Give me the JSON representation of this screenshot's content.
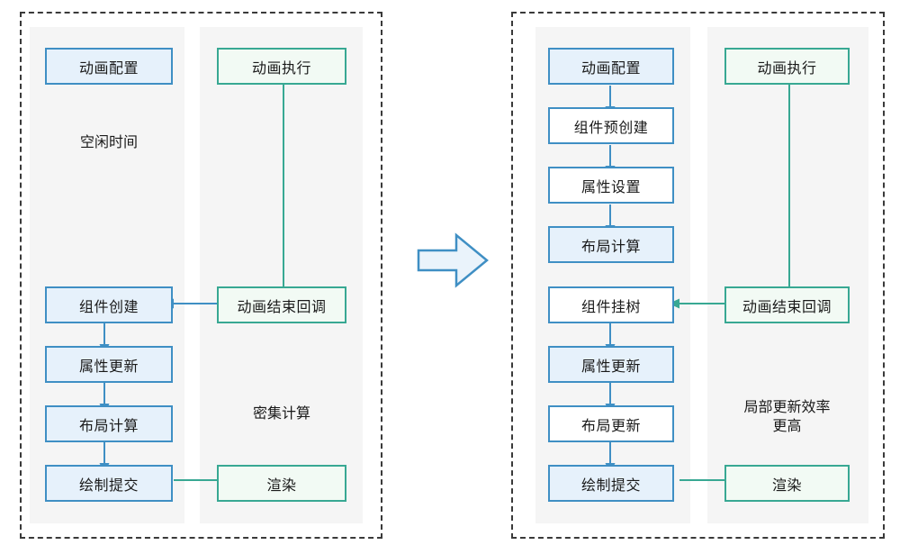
{
  "diagram": {
    "title": "animation rendering pipeline comparison",
    "colors": {
      "blue_border": "#3f8fc4",
      "blue_fill": "#e6f1fb",
      "green_border": "#38a893",
      "green_fill": "#f2faf4",
      "column_bg": "#f5f5f5",
      "panel_border": "#3a3a3a",
      "text": "#1a1a1a"
    },
    "transition_arrow": {
      "icon": "right-block-arrow-icon",
      "fill": "#eaf3fb",
      "stroke": "#3f8fc4"
    },
    "panels": [
      {
        "id": "before",
        "columns": [
          {
            "id": "left-ui-column",
            "nodes": [
              {
                "id": "anim-config",
                "label": "动画配置",
                "style": "blue"
              },
              {
                "id": "component-create",
                "label": "组件创建",
                "style": "blue"
              },
              {
                "id": "attr-update",
                "label": "属性更新",
                "style": "blue"
              },
              {
                "id": "layout-calc",
                "label": "布局计算",
                "style": "blue"
              },
              {
                "id": "draw-submit",
                "label": "绘制提交",
                "style": "blue"
              }
            ],
            "annotations": [
              {
                "id": "idle-time",
                "label": "空闲时间"
              }
            ]
          },
          {
            "id": "left-anim-column",
            "nodes": [
              {
                "id": "anim-exec",
                "label": "动画执行",
                "style": "green"
              },
              {
                "id": "anim-end-callback",
                "label": "动画结束回调",
                "style": "green"
              },
              {
                "id": "render",
                "label": "渲染",
                "style": "green"
              }
            ],
            "annotations": [
              {
                "id": "intensive-compute",
                "label": "密集计算"
              }
            ]
          }
        ]
      },
      {
        "id": "after",
        "columns": [
          {
            "id": "right-ui-column",
            "nodes": [
              {
                "id": "anim-config",
                "label": "动画配置",
                "style": "blue"
              },
              {
                "id": "component-precreate",
                "label": "组件预创建",
                "style": "blue-plain"
              },
              {
                "id": "attr-set",
                "label": "属性设置",
                "style": "blue-plain"
              },
              {
                "id": "layout-calc",
                "label": "布局计算",
                "style": "blue"
              },
              {
                "id": "component-mount",
                "label": "组件挂树",
                "style": "blue-plain"
              },
              {
                "id": "attr-update",
                "label": "属性更新",
                "style": "blue"
              },
              {
                "id": "layout-update",
                "label": "布局更新",
                "style": "blue-plain"
              },
              {
                "id": "draw-submit",
                "label": "绘制提交",
                "style": "blue"
              }
            ],
            "annotations": []
          },
          {
            "id": "right-anim-column",
            "nodes": [
              {
                "id": "anim-exec",
                "label": "动画执行",
                "style": "green"
              },
              {
                "id": "anim-end-callback",
                "label": "动画结束回调",
                "style": "green"
              },
              {
                "id": "render",
                "label": "渲染",
                "style": "green"
              }
            ],
            "annotations": [
              {
                "id": "partial-update-efficiency",
                "label": "局部更新效率\n更高"
              }
            ]
          }
        ]
      }
    ]
  }
}
